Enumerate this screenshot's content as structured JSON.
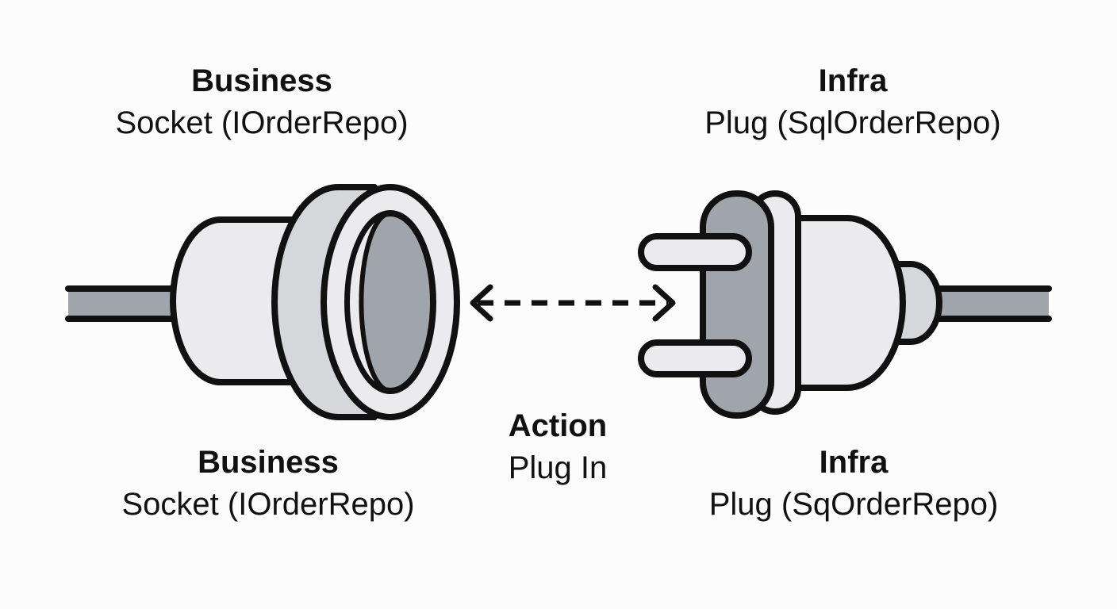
{
  "diagram": {
    "top_left": {
      "title": "Business",
      "subtitle": "Socket (IOrderRepo)"
    },
    "top_right": {
      "title": "Infra",
      "subtitle": "Plug (SqlOrderRepo)"
    },
    "bottom_left": {
      "title": "Business",
      "subtitle": "Socket (IOrderRepo)"
    },
    "center": {
      "title": "Action",
      "subtitle": "Plug In"
    },
    "bottom_right": {
      "title": "Infra",
      "subtitle": "Plug (SqOrderRepo)"
    },
    "icons": {
      "socket": "socket-icon",
      "plug": "plug-icon",
      "connector": "double-arrow-icon"
    },
    "colors": {
      "outline": "#111111",
      "light_fill": "#ebebed",
      "mid_fill": "#d5d7db",
      "dark_fill": "#9fa5aa",
      "background": "#fcfcfc"
    }
  }
}
